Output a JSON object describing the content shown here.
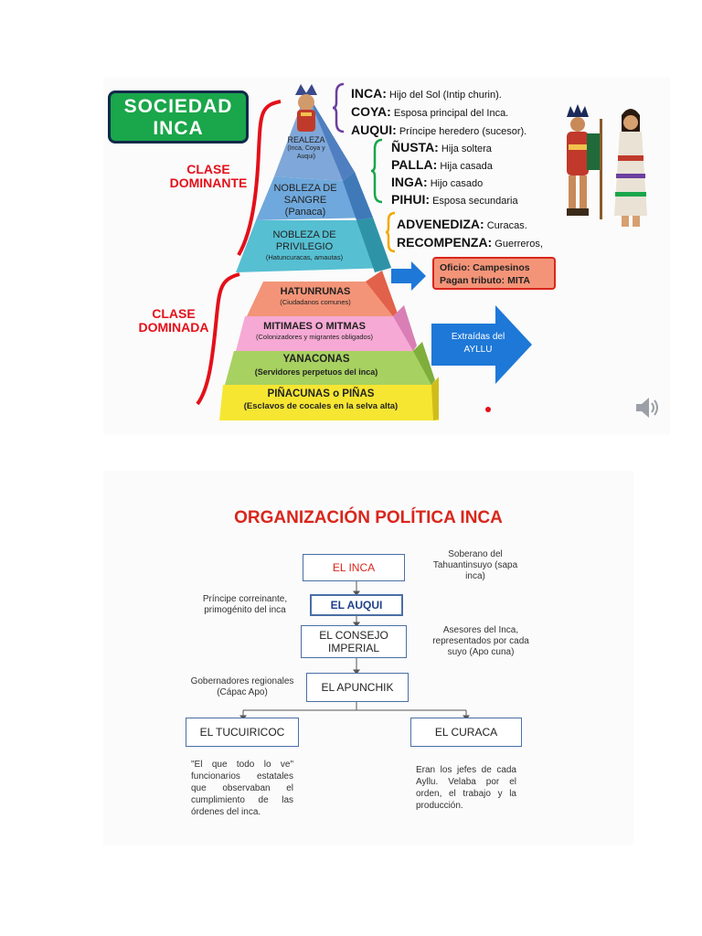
{
  "sociedad": {
    "title_line1": "SOCIEDAD",
    "title_line2": "INCA",
    "clase_dominante_1": "CLASE",
    "clase_dominante_2": "DOMINANTE",
    "clase_dominada_1": "CLASE",
    "clase_dominada_2": "DOMINADA",
    "realeza_title": "REALEZA",
    "realeza_sub": "(Inca, Coya y Auqui)",
    "nobleza_sangre_1": "NOBLEZA DE",
    "nobleza_sangre_2": "SANGRE",
    "nobleza_sangre_sub": "(Panaca)",
    "nobleza_priv_1": "NOBLEZA DE",
    "nobleza_priv_2": "PRIVILEGIO",
    "nobleza_priv_sub": "(Hatuncuracas, amautas)",
    "hatunrunas": "HATUNRUNAS",
    "hatunrunas_sub": "(Ciudadanos comunes)",
    "mitimaes": "MITIMAES O MITMAS",
    "mitimaes_sub": "(Colonizadores y migrantes obligados)",
    "yanaconas": "YANACONAS",
    "yanaconas_sub": "(Servidores perpetuos del inca)",
    "pinacunas": "PIÑACUNAS o PIÑAS",
    "pinacunas_sub": "(Esclavos de cocales en la selva alta)",
    "realeza_items": [
      {
        "term": "INCA:",
        "desc": "Hijo del Sol (Intip churin)."
      },
      {
        "term": "COYA:",
        "desc": "Esposa principal del Inca."
      },
      {
        "term": "AUQUI:",
        "desc": "Príncipe heredero (sucesor)."
      }
    ],
    "sangre_items": [
      {
        "term": "ÑUSTA:",
        "desc": "Hija soltera"
      },
      {
        "term": "PALLA:",
        "desc": "Hija casada"
      },
      {
        "term": "INGA:",
        "desc": "Hijo casado"
      },
      {
        "term": "PIHUI:",
        "desc": "Esposa secundaria"
      }
    ],
    "privilegio_items": [
      {
        "term": "ADVENEDIZA:",
        "desc": "Curacas."
      },
      {
        "term": "RECOMPENZA:",
        "desc": "Guerreros,"
      }
    ],
    "oficio_line1": "Oficio: Campesinos",
    "oficio_line2": "Pagan tributo: MITA",
    "extraidas_line1": "Extraídas del",
    "extraidas_line2": "AYLLU",
    "colors": {
      "green": "#1aa64a",
      "red": "#e3101a",
      "level_top": "#6e9fd8",
      "level_mid": "#5aa0d6",
      "level_priv": "#55bcd0",
      "hatun": "#f4907a",
      "mitimaes": "#f6a8d4",
      "yanaconas": "#a6d160",
      "pinas": "#f6e632",
      "arrow_blue": "#1e78d7"
    }
  },
  "organizacion": {
    "title": "ORGANIZACIÓN POLÍTICA INCA",
    "el_inca": "EL INCA",
    "el_inca_note": "Soberano del Tahuantinsuyo (sapa inca)",
    "el_auqui": "EL AUQUI",
    "el_auqui_note": "Príncipe correinante, primogénito del inca",
    "consejo_1": "EL CONSEJO",
    "consejo_2": "IMPERIAL",
    "consejo_note": "Asesores del Inca, representados por cada suyo (Apo cuna)",
    "apunchik": "EL APUNCHIK",
    "apunchik_note": "Gobernadores regionales (Cápac Apo)",
    "tucuiricoc": "EL TUCUIRICOC",
    "tucuiricoc_desc": "\"El que todo lo ve\" funcionarios estatales que observaban el cumplimiento de las órdenes del inca.",
    "curaca": "EL CURACA",
    "curaca_desc": "Eran los jefes de cada Ayllu. Velaba por el orden, el trabajo y la producción.",
    "colors": {
      "title_red": "#d9261c",
      "box_border": "#4a6fa5",
      "box_text_red": "#d9261c",
      "box_text_blue": "#1f3f8a"
    }
  }
}
